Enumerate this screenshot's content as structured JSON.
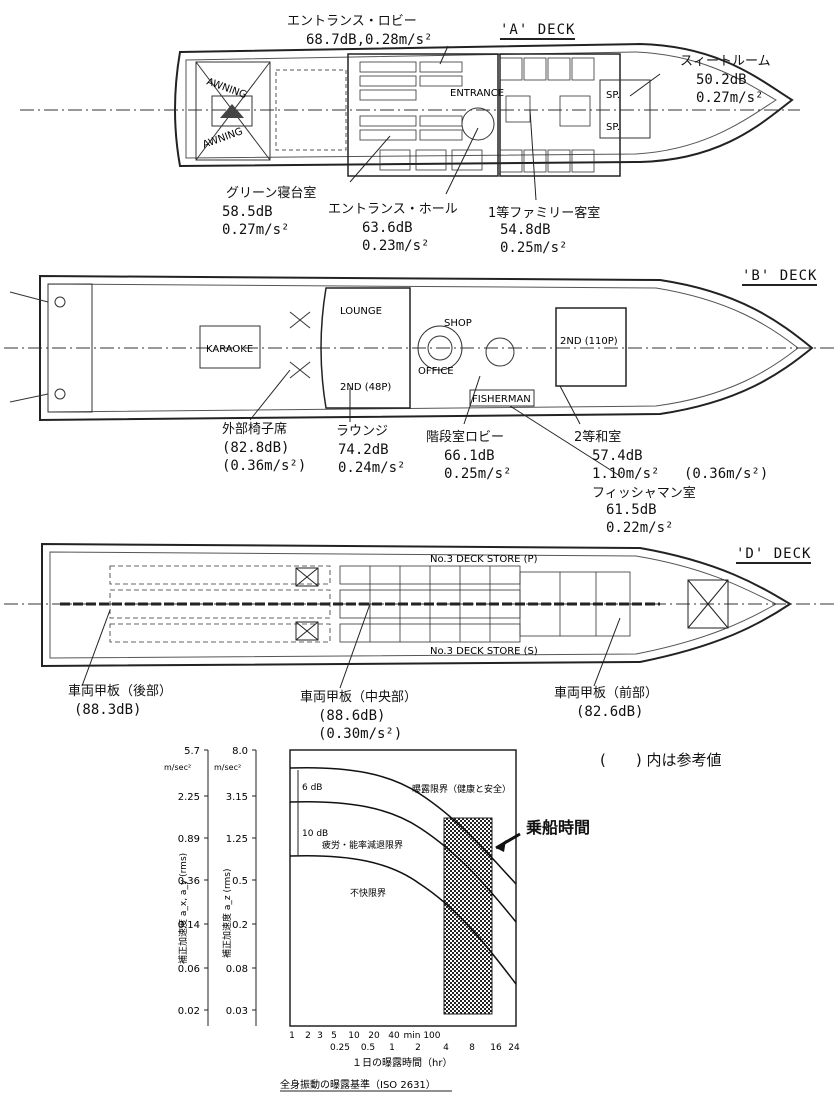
{
  "decks": {
    "a": {
      "title": "'A' DECK",
      "plan_labels": [
        "AWNING",
        "AWNING",
        "ENTRANCE",
        "SP.",
        "SP."
      ],
      "annotations": [
        {
          "name": "エントランス・ロビー",
          "db": "68.7dB,0.28m/s²"
        },
        {
          "name": "スィートルーム",
          "db": "50.2dB",
          "acc": "0.27m/s²"
        },
        {
          "name": "グリーン寝台室",
          "db": "58.5dB",
          "acc": "0.27m/s²"
        },
        {
          "name": "エントランス・ホール",
          "db": "63.6dB",
          "acc": "0.23m/s²"
        },
        {
          "name": "1等ファミリー客室",
          "db": "54.8dB",
          "acc": "0.25m/s²"
        }
      ]
    },
    "b": {
      "title": "'B' DECK",
      "plan_labels": [
        "LOUNGE",
        "KARAOKE",
        "OFFICE",
        "SHOP",
        "2ND (48P)",
        "2ND (110P)",
        "FISHERMAN"
      ],
      "annotations": [
        {
          "name": "外部椅子席",
          "db": "(82.8dB)",
          "acc": "(0.36m/s²)"
        },
        {
          "name": "ラウンジ",
          "db": "74.2dB",
          "acc": "0.24m/s²"
        },
        {
          "name": "階段室ロビー",
          "db": "66.1dB",
          "acc": "0.25m/s²"
        },
        {
          "name": "2等和室",
          "db": "57.4dB",
          "acc": "1.10m/s²",
          "ref": "(0.36m/s²)"
        },
        {
          "name": "フィッシャマン室",
          "db": "61.5dB",
          "acc": "0.22m/s²"
        }
      ]
    },
    "d": {
      "title": "'D' DECK",
      "plan_labels": [
        "No.3 DECK STORE (P)",
        "No.3 DECK STORE (S)"
      ],
      "annotations": [
        {
          "name": "車両甲板（後部）",
          "db": "(88.3dB)"
        },
        {
          "name": "車両甲板（中央部）",
          "db": "(88.6dB)",
          "acc": "(0.30m/s²)"
        },
        {
          "name": "車両甲板（前部）",
          "db": "(82.6dB)"
        }
      ]
    }
  },
  "note": "(　　) 内は参考値",
  "graph": {
    "axis_units": [
      "m/sec²",
      "m/sec²"
    ],
    "left_ticks": [
      "5.7",
      "2.25",
      "0.89",
      "0.36",
      "0.14",
      "0.06",
      "0.02"
    ],
    "inner_ticks": [
      "8.0",
      "3.15",
      "1.25",
      "0.5",
      "0.2",
      "0.08",
      "0.03"
    ],
    "left_axis_label": "補正加速度 a_x, a_y (rms)",
    "inner_axis_label": "補正加速度 a_z (rms)",
    "x_ticks": [
      "1",
      "2",
      "3",
      "5",
      "10",
      "20",
      "40",
      "min 100",
      "0.25",
      "0.5",
      "1",
      "2",
      "4",
      "8",
      "16",
      "24"
    ],
    "x_label": "１日の曝露時間（hr）",
    "curve_labels": [
      "曝露限界（健康と安全）",
      "疲労・能率減退限界",
      "不快限界"
    ],
    "gap_labels": [
      "6 dB",
      "10 dB"
    ],
    "boarding_label": "乗船時間",
    "caption": "全身振動の曝露基準（ISO 2631）"
  }
}
